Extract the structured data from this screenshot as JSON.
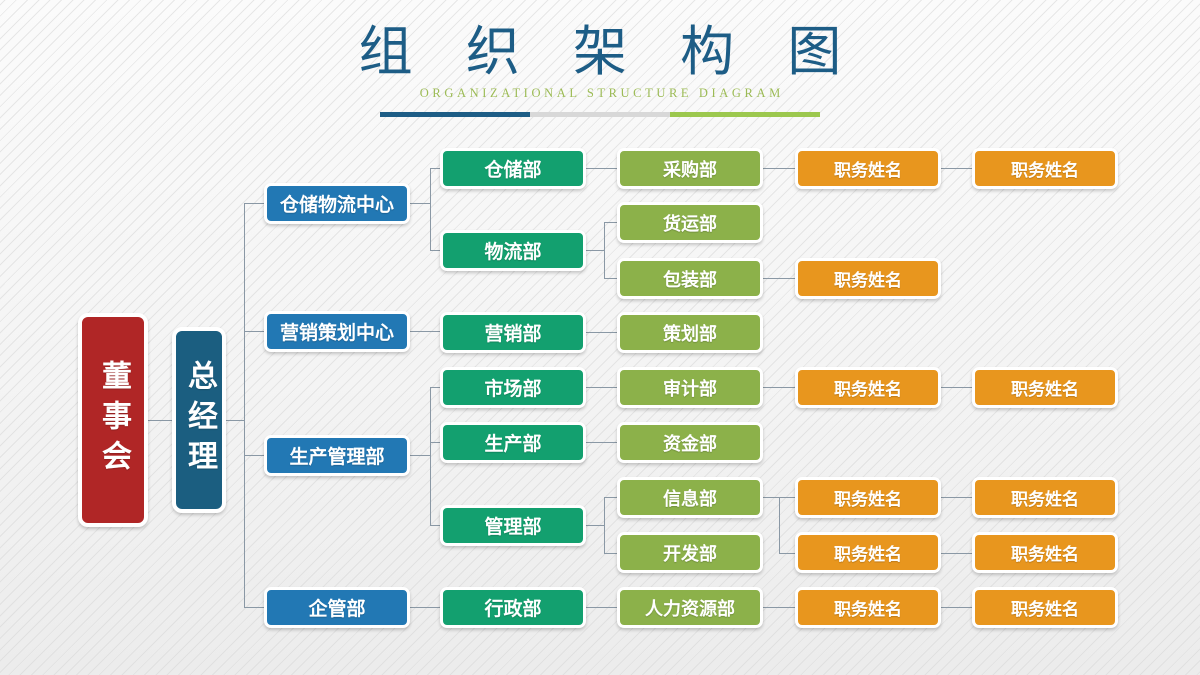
{
  "title": {
    "main": "组 织 架 构 图",
    "sub": "ORGANIZATIONAL  STRUCTURE  DIAGRAM",
    "colors": {
      "title_blue": "#1d5d86",
      "sub_green": "#9cbb55",
      "rule_blue": "#1d5d86",
      "rule_grey": "#d8d8d8",
      "rule_green": "#9cc84e"
    }
  },
  "palette": {
    "red": "#b02626",
    "navy": "#1b5e80",
    "blue": "#2278b4",
    "teal": "#13a06f",
    "olive": "#8cb14a",
    "orange": "#e8961e",
    "connector": "#8a98a5",
    "background": "#f4f4f4"
  },
  "roots": [
    {
      "label": "董事会",
      "color": "red"
    },
    {
      "label": "总经理",
      "color": "navy"
    }
  ],
  "level2": [
    {
      "label": "仓储物流中心",
      "color": "blue"
    },
    {
      "label": "营销策划中心",
      "color": "blue"
    },
    {
      "label": "生产管理部",
      "color": "blue"
    },
    {
      "label": "企管部",
      "color": "blue"
    }
  ],
  "level3": [
    {
      "label": "仓储部",
      "color": "teal"
    },
    {
      "label": "物流部",
      "color": "teal"
    },
    {
      "label": "营销部",
      "color": "teal"
    },
    {
      "label": "市场部",
      "color": "teal"
    },
    {
      "label": "生产部",
      "color": "teal"
    },
    {
      "label": "管理部",
      "color": "teal"
    },
    {
      "label": "行政部",
      "color": "teal"
    }
  ],
  "level4": [
    {
      "label": "采购部",
      "color": "olive"
    },
    {
      "label": "货运部",
      "color": "olive"
    },
    {
      "label": "包装部",
      "color": "olive"
    },
    {
      "label": "策划部",
      "color": "olive"
    },
    {
      "label": "审计部",
      "color": "olive"
    },
    {
      "label": "资金部",
      "color": "olive"
    },
    {
      "label": "信息部",
      "color": "olive"
    },
    {
      "label": "开发部",
      "color": "olive"
    },
    {
      "label": "人力资源部",
      "color": "olive"
    }
  ],
  "level5": [
    {
      "label": "职务姓名",
      "color": "orange"
    },
    {
      "label": "职务姓名",
      "color": "orange"
    },
    {
      "label": "职务姓名",
      "color": "orange"
    },
    {
      "label": "职务姓名",
      "color": "orange"
    },
    {
      "label": "职务姓名",
      "color": "orange"
    },
    {
      "label": "职务姓名",
      "color": "orange"
    }
  ],
  "level6": [
    {
      "label": "职务姓名",
      "color": "orange"
    },
    {
      "label": "职务姓名",
      "color": "orange"
    },
    {
      "label": "职务姓名",
      "color": "orange"
    },
    {
      "label": "职务姓名",
      "color": "orange"
    },
    {
      "label": "职务姓名",
      "color": "orange"
    }
  ],
  "structure": {
    "chairman_to_gm": "董事会 → 总经理",
    "branches": [
      {
        "parent": "仓储物流中心",
        "children": [
          "仓储部",
          "物流部"
        ]
      },
      {
        "parent": "仓储部",
        "children": [
          "采购部"
        ]
      },
      {
        "parent": "物流部",
        "children": [
          "货运部",
          "包装部"
        ]
      },
      {
        "parent": "采购部",
        "children": [
          "职务姓名"
        ]
      },
      {
        "parent": "包装部",
        "children": [
          "职务姓名"
        ]
      },
      {
        "parent": "营销策划中心",
        "children": [
          "营销部"
        ]
      },
      {
        "parent": "营销部",
        "children": [
          "策划部"
        ]
      },
      {
        "parent": "生产管理部",
        "children": [
          "市场部",
          "生产部",
          "管理部"
        ]
      },
      {
        "parent": "市场部",
        "children": [
          "审计部"
        ]
      },
      {
        "parent": "生产部",
        "children": [
          "资金部"
        ]
      },
      {
        "parent": "管理部",
        "children": [
          "信息部",
          "开发部"
        ]
      },
      {
        "parent": "审计部",
        "children": [
          "职务姓名"
        ]
      },
      {
        "parent": "信息部",
        "children": [
          "职务姓名"
        ]
      },
      {
        "parent": "开发部",
        "children": [
          "职务姓名"
        ]
      },
      {
        "parent": "企管部",
        "children": [
          "行政部"
        ]
      },
      {
        "parent": "行政部",
        "children": [
          "人力资源部"
        ]
      },
      {
        "parent": "人力资源部",
        "children": [
          "职务姓名"
        ]
      }
    ]
  }
}
